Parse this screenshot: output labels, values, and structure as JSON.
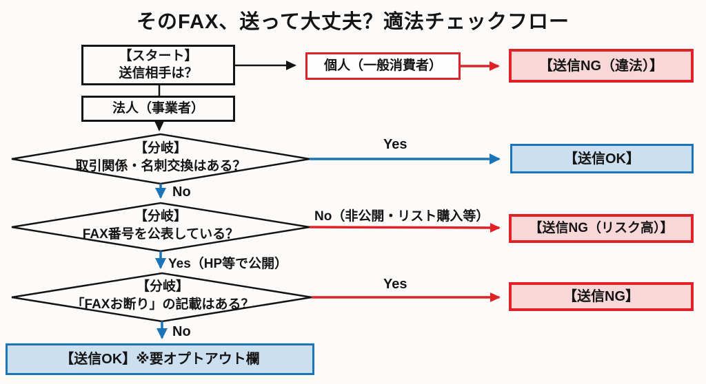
{
  "title": "そのFAX、送って大丈夫？適法チェックフロー",
  "colors": {
    "red": "#e02227",
    "pink_fill": "#f8d7d8",
    "blue": "#1c74b8",
    "light_blue_fill": "#cbdff1",
    "black": "#141414"
  },
  "nodes": {
    "start": {
      "line1": "【スタート】",
      "line2": "送信相手は？"
    },
    "individual": {
      "label": "個人（一般消費者）"
    },
    "ng_illegal": {
      "label": "【送信NG（違法）】"
    },
    "corporate": {
      "label": "法人（事業者）"
    },
    "branch1": {
      "line1": "【分岐】",
      "line2": "取引関係・名刺交換はある？"
    },
    "ok": {
      "label": "【送信OK】"
    },
    "branch2": {
      "line1": "【分岐】",
      "line2": "FAX番号を公表している？"
    },
    "ng_risk": {
      "label": "【送信NG（リスク高）】"
    },
    "branch3": {
      "line1": "【分岐】",
      "line2": "「FAXお断り」の記載はある？"
    },
    "ng": {
      "label": "【送信NG】"
    },
    "ok_optout": {
      "label": "【送信OK】※要オプトアウト欄"
    }
  },
  "edge_labels": {
    "branch1_yes": "Yes",
    "branch1_no": "No",
    "branch2_no": "No（非公開・リスト購入等）",
    "branch2_yes": "Yes（HP等で公開）",
    "branch3_yes": "Yes",
    "branch3_no": "No"
  }
}
